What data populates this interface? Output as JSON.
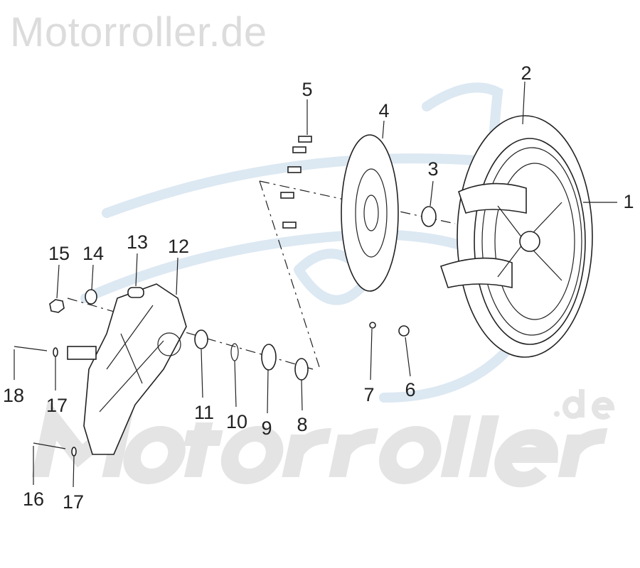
{
  "watermark": {
    "top_text": "Motorroller.de",
    "big_text": "Motorroller",
    "big_suffix": ".de",
    "color": "#dcdcdc",
    "logo_color": "#dce8f2"
  },
  "callouts": [
    "1",
    "2",
    "3",
    "4",
    "5",
    "6",
    "7",
    "8",
    "9",
    "10",
    "11",
    "12",
    "13",
    "14",
    "15",
    "16",
    "17",
    "17",
    "18"
  ]
}
